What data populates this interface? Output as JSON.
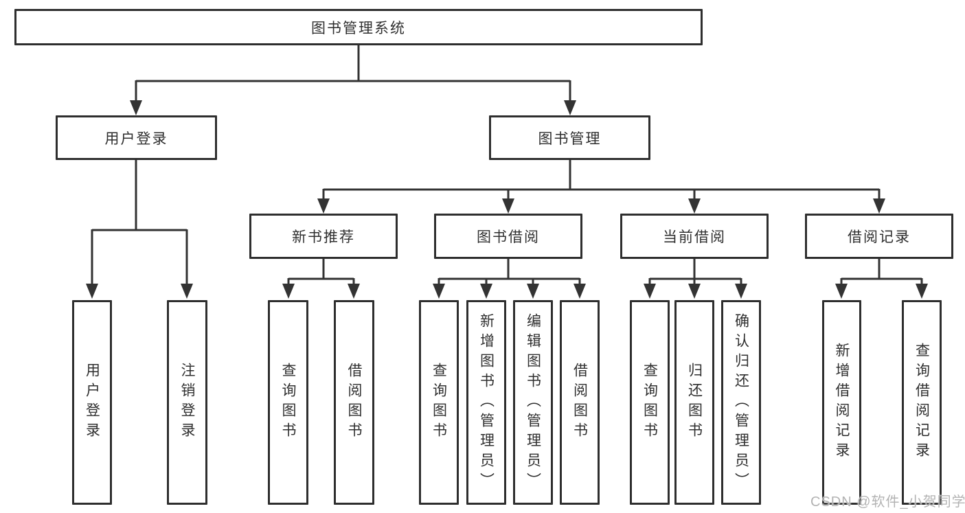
{
  "diagram": {
    "root_label": "图书管理系统",
    "branches": [
      {
        "label": "用户登录",
        "children": [
          "用户登录",
          "注销登录"
        ]
      },
      {
        "label": "图书管理",
        "sections": [
          {
            "label": "新书推荐",
            "children": [
              "查询图书",
              "借阅图书"
            ]
          },
          {
            "label": "图书借阅",
            "children": [
              "查询图书",
              "新增图书（管理员）",
              "编辑图书（管理员）",
              "借阅图书"
            ]
          },
          {
            "label": "当前借阅",
            "children": [
              "查询图书",
              "归还图书",
              "确认归还（管理员）"
            ]
          },
          {
            "label": "借阅记录",
            "children": [
              "新增借阅记录",
              "查询借阅记录"
            ]
          }
        ]
      }
    ]
  },
  "watermark": "CSDN @软件_小贺同学",
  "colors": {
    "line": "#333333",
    "box_border": "#2e2e2e",
    "text": "#2f2f2f",
    "watermark": "#b3b3b3",
    "background": "#ffffff"
  }
}
